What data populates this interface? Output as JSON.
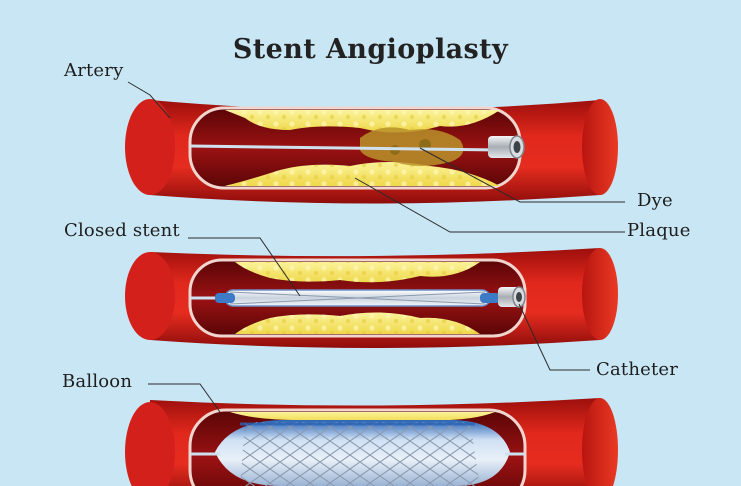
{
  "title": "Stent Angioplasty",
  "labels": {
    "artery": "Artery",
    "dye": "Dye",
    "closed_stent": "Closed stent",
    "plaque": "Plaque",
    "catheter": "Catheter",
    "balloon": "Balloon"
  },
  "colors": {
    "background": "#c9e6f4",
    "artery": "#d3201a",
    "lumen": "#8e0c0d",
    "plaque": "#f7e86a",
    "dye": "#b8922a",
    "stent": "#e8eef5",
    "balloon": "#3e7bc6"
  }
}
